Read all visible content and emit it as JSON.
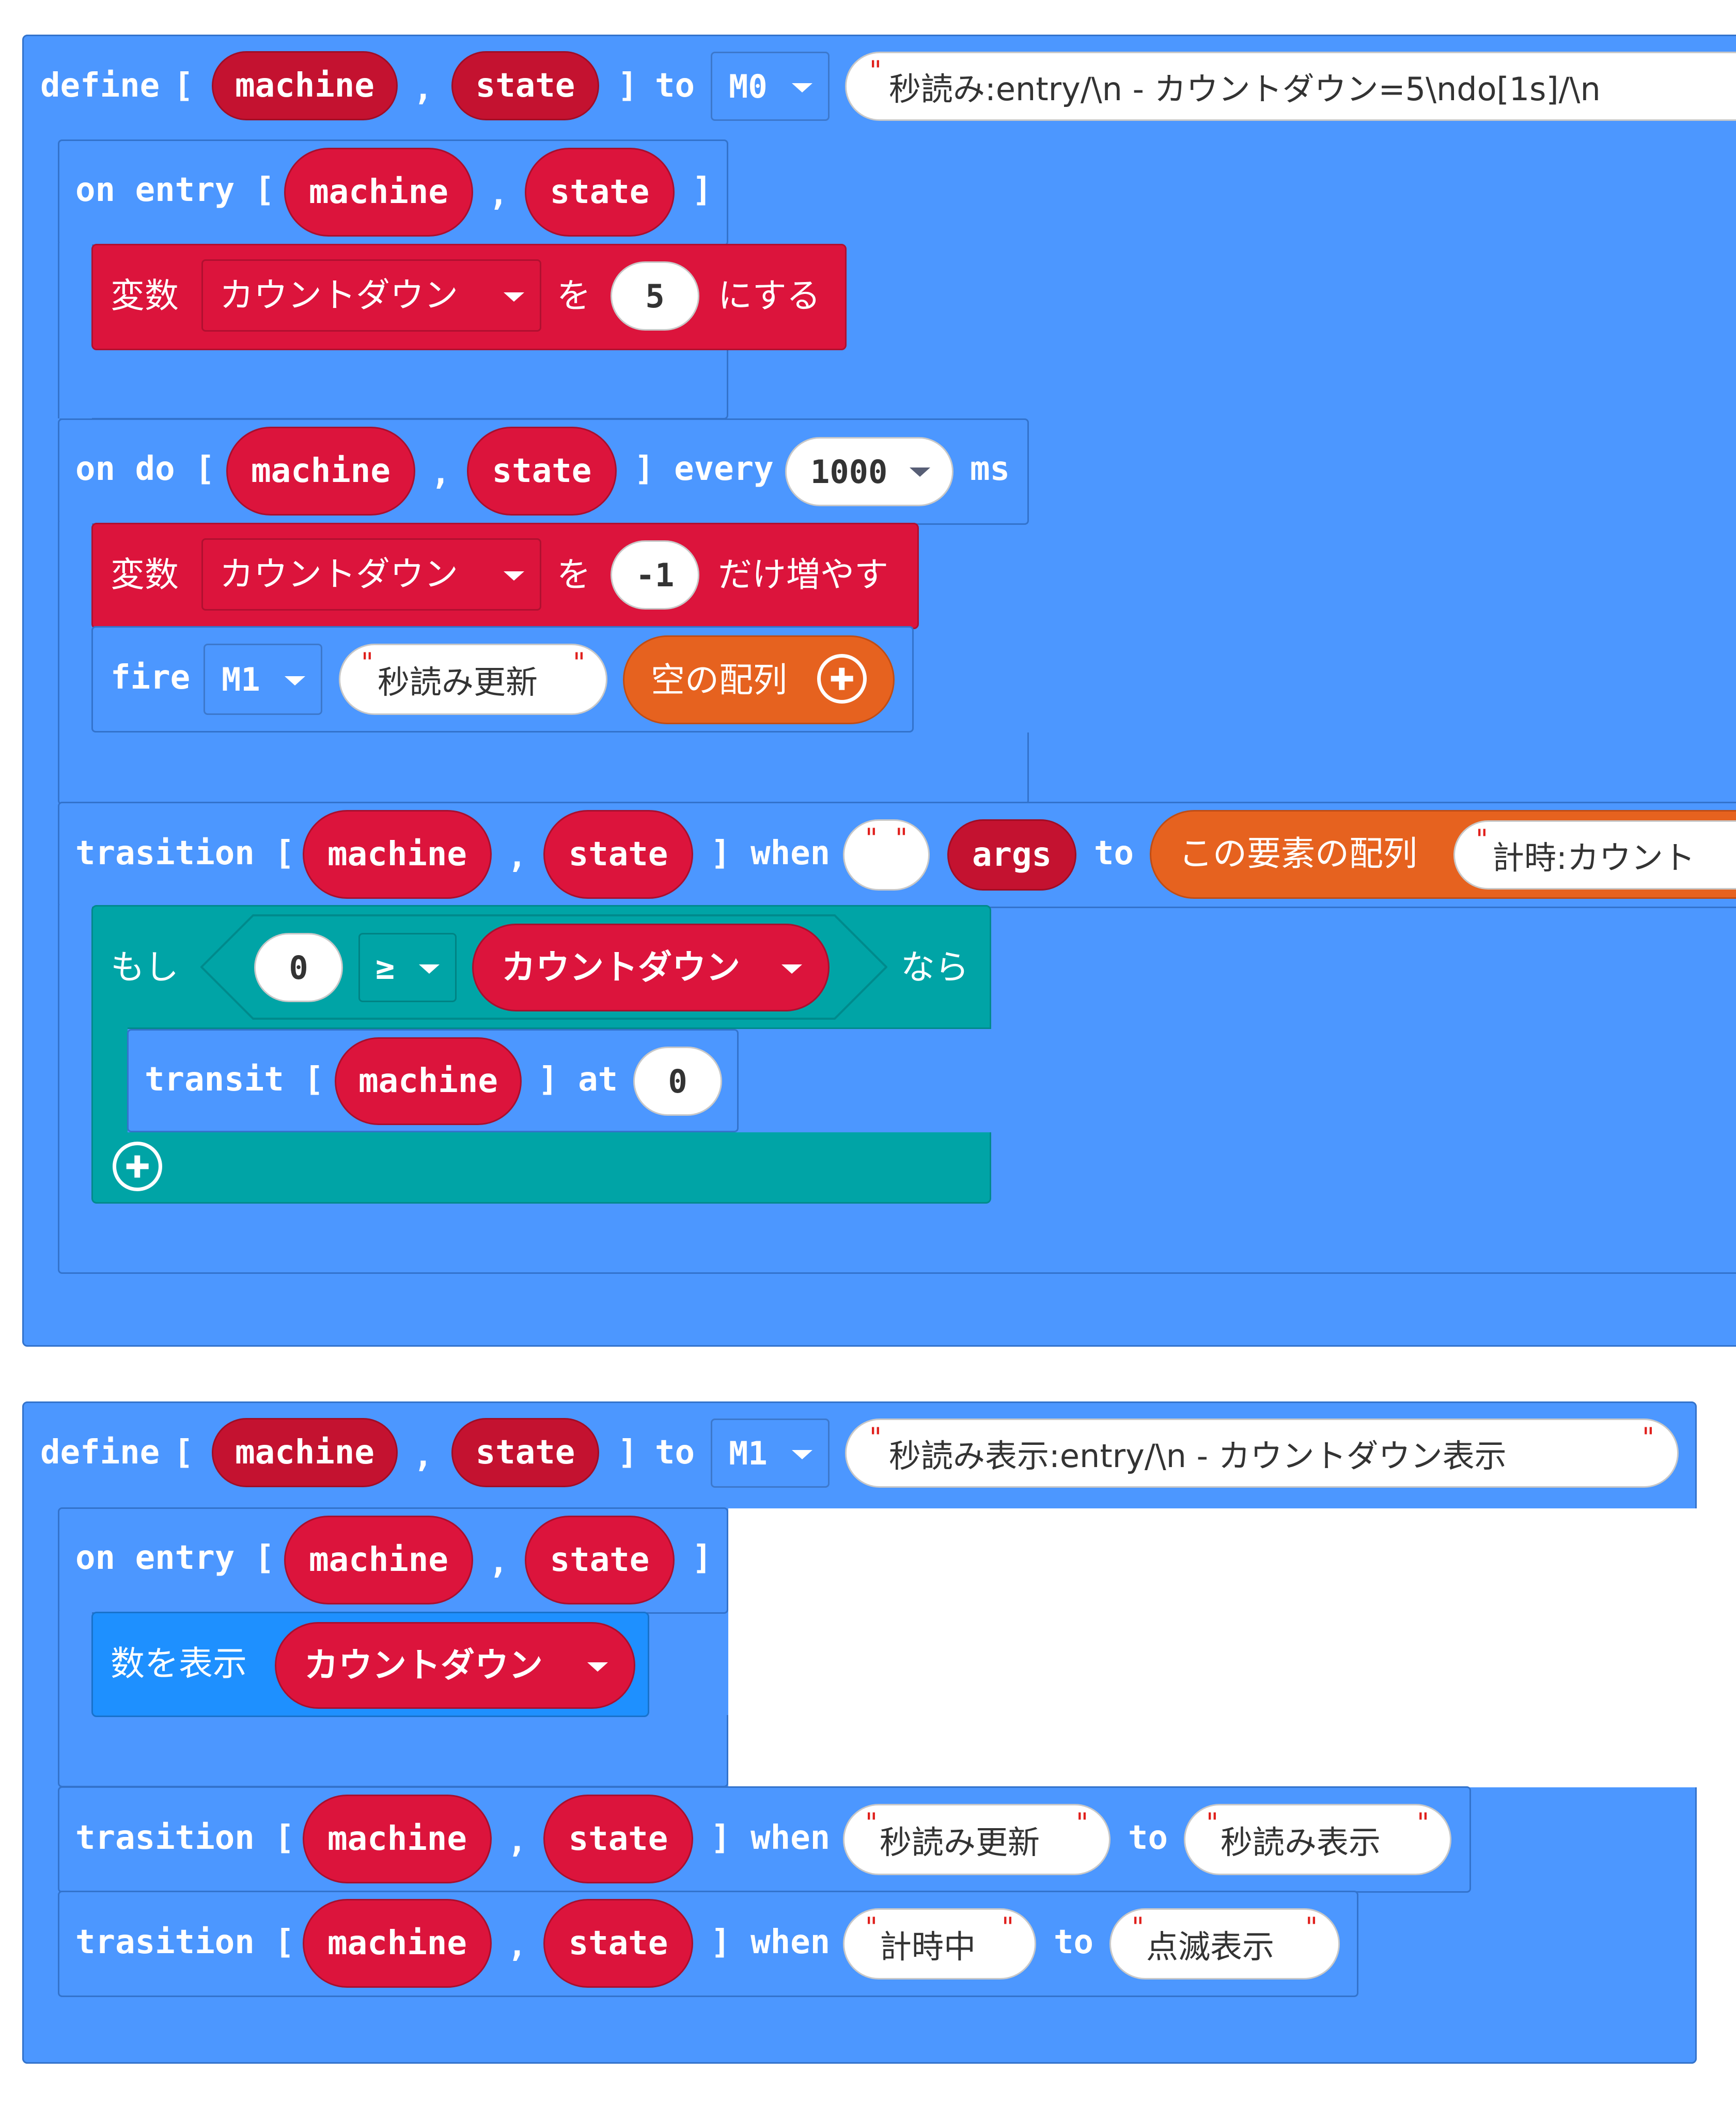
{
  "block1": {
    "define": "define",
    "lbr": "[",
    "comma": ",",
    "rbr": "]",
    "to": "to",
    "param_machine": "machine",
    "param_state": "state",
    "machine_dd": "M0",
    "description": "秒読み:entry/\\n - カウントダウン=5\\ndo[1s]/\\n",
    "on_entry": {
      "label": "on entry [",
      "comma": ",",
      "rbr": "]",
      "param_machine": "machine",
      "param_state": "state",
      "set_block": {
        "prefix": "変数",
        "var": "カウントダウン",
        "wo": "を",
        "value": "5",
        "suffix": "にする"
      }
    },
    "on_do": {
      "label": "on do [",
      "comma": ",",
      "rbr": "] every",
      "ms": "ms",
      "param_machine": "machine",
      "param_state": "state",
      "interval": "1000",
      "change_block": {
        "prefix": "変数",
        "var": "カウントダウン",
        "wo": "を",
        "value": "-1",
        "suffix": "だけ増やす"
      },
      "fire_block": {
        "label": "fire",
        "machine": "M1",
        "event": "秒読み更新",
        "args_label": "空の配列"
      }
    },
    "transition": {
      "label": "trasition [",
      "comma": ",",
      "rbr": "] when",
      "to": "to",
      "param_machine": "machine",
      "param_state": "state",
      "when_value": "",
      "args": "args",
      "array_label": "この要素の配列",
      "array_item": "計時:カウント",
      "if_block": {
        "if_label": "もし",
        "then_label": "なら",
        "left": "0",
        "op": "≥",
        "right": "カウントダウン",
        "transit": {
          "label": "transit [",
          "rbr": "] at",
          "param_machine": "machine",
          "at_value": "0"
        }
      }
    }
  },
  "block2": {
    "define": "define",
    "lbr": "[",
    "comma": ",",
    "rbr": "]",
    "to": "to",
    "param_machine": "machine",
    "param_state": "state",
    "machine_dd": "M1",
    "description": "秒読み表示:entry/\\n - カウントダウン表示",
    "on_entry": {
      "label": "on entry [",
      "comma": ",",
      "rbr": "]",
      "param_machine": "machine",
      "param_state": "state",
      "show_block": {
        "label": "数を表示",
        "var": "カウントダウン"
      }
    },
    "transitions": [
      {
        "label": "trasition [",
        "comma": ",",
        "rbr": "] when",
        "to": "to",
        "param_machine": "machine",
        "param_state": "state",
        "when": "秒読み更新",
        "target": "秒読み表示"
      },
      {
        "label": "trasition [",
        "comma": ",",
        "rbr": "] when",
        "to": "to",
        "param_machine": "machine",
        "param_state": "state",
        "when": "計時中",
        "target": "点滅表示"
      }
    ]
  }
}
